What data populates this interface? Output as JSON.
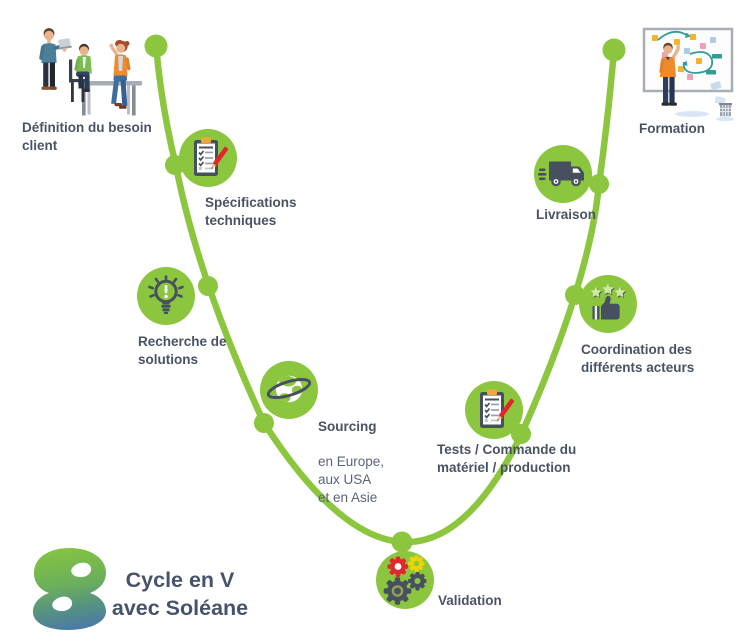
{
  "brand": {
    "title": "Cycle en V\navec Soléane",
    "logo": "soleane-logo"
  },
  "steps": [
    {
      "id": "definition",
      "label": "Définition du besoin\nclient",
      "icon": "team-meeting-illustration"
    },
    {
      "id": "specifications",
      "label": "Spécifications\ntechniques",
      "icon": "checklist-pencil-icon"
    },
    {
      "id": "recherche",
      "label": "Recherche de\nsolutions",
      "icon": "lightbulb-icon"
    },
    {
      "id": "sourcing",
      "label": "Sourcing",
      "sublabel": "en Europe,\naux USA\net en Asie",
      "icon": "globe-orbit-icon"
    },
    {
      "id": "validation",
      "label": "Validation",
      "icon": "gears-icon"
    },
    {
      "id": "tests",
      "label": "Tests / Commande du\nmatériel / production",
      "icon": "checklist-pencil-icon"
    },
    {
      "id": "coordination",
      "label": "Coordination des\ndifférents acteurs",
      "icon": "thumbs-up-stars-icon"
    },
    {
      "id": "livraison",
      "label": "Livraison",
      "icon": "delivery-truck-icon"
    },
    {
      "id": "formation",
      "label": "Formation",
      "icon": "whiteboard-training-illustration"
    }
  ],
  "colors": {
    "curve_green": "#8CC63F",
    "icon_slate": "#47505F",
    "pencil_red": "#E1262D",
    "gear_yellow": "#EDD500",
    "clip_orange": "#F2A73B",
    "people_orange": "#EE8B2F",
    "text": "#4A5365",
    "logo_green": "#85C441",
    "logo_blue": "#4A7AA6"
  }
}
